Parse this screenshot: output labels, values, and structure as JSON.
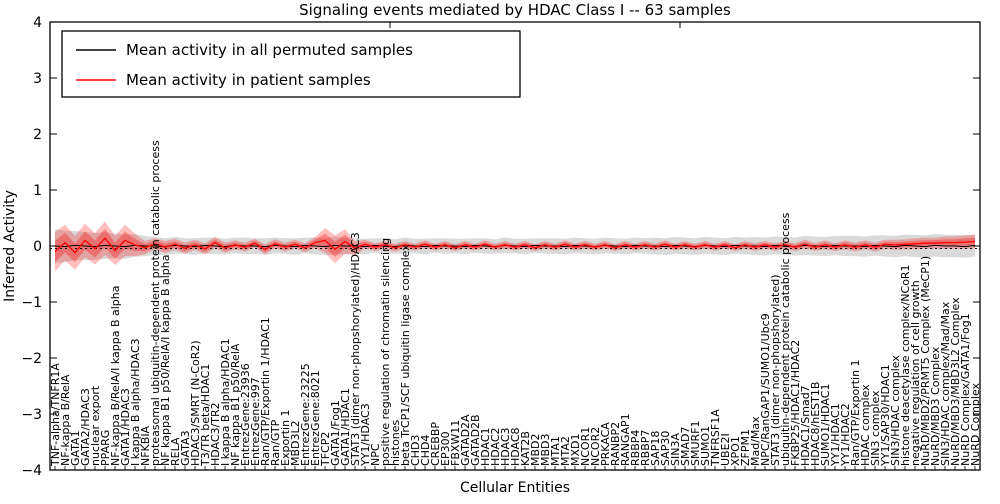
{
  "chart_data": {
    "type": "line",
    "title": "Signaling events mediated by HDAC Class I -- 63 samples",
    "xlabel": "Cellular Entities",
    "ylabel": "Inferred Activity",
    "ylim": [
      -4,
      4
    ],
    "yticks": [
      4,
      3,
      2,
      1,
      0,
      -1,
      -2,
      -3,
      -4
    ],
    "grid": false,
    "legend": {
      "position": "upper left",
      "entries": [
        {
          "label": "Mean activity in all permuted samples",
          "color": "#000000"
        },
        {
          "label": "Mean activity in patient samples",
          "color": "#ff0000"
        }
      ]
    },
    "categories": [
      "TNF-alpha/TNFR1A",
      "NF-kappa B/RelA",
      "GATA1",
      "GATA2/HDAC3",
      "nuclear export",
      "PPARG",
      "NF-kappa B/RelA/I kappa B alpha",
      "GATA1/HDAC3",
      "I kappa B alpha/HDAC3",
      "NFKBIA",
      "proteasomal ubiquitin-dependent protein catabolic process",
      "NF kappa B1 p50/RelA/I kappa B alpha",
      "RELA",
      "GATA3",
      "HDAC3/SMRT (N-CoR2)",
      "T3/TR beta/HDAC1",
      "HDAC3/TR2",
      "I kappa B alpha/HDAC1",
      "NF kappa B1 p50/RelA",
      "EntrezGene:23936",
      "EntrezGene:997",
      "Ran/GTP/Exportin 1/HDAC1",
      "Ran/GTP",
      "Exportin 1",
      "MBD3L2",
      "EntrezGene:23225",
      "EntrezGene:8021",
      "TFCP2",
      "GATA1/Fog1",
      "GATA1/HDAC1",
      "STAT3 (dimer non-phopshorylated)/HDAC3",
      "YY1/HDAC3",
      "NPC",
      "positive regulation of chromatin silencing",
      "histones",
      "beta TrCP1/SCF ubiquitin ligase complex",
      "CHD3",
      "CHD4",
      "CREBBP",
      "EP300",
      "FBXW11",
      "GATAD2A",
      "GATAD2B",
      "HDAC1",
      "HDAC2",
      "HDAC3",
      "HDAC8",
      "KAT2B",
      "MBD2",
      "MBD3",
      "MTA1",
      "MTA2",
      "MXD1",
      "NCOR1",
      "NCOR2",
      "PRKACA",
      "RANBP2",
      "RANGAP1",
      "RBBP4",
      "RBBP7",
      "SAP18",
      "SAP30",
      "SIN3A",
      "SMAD7",
      "SMURF1",
      "SUMO1",
      "TNFRSF1A",
      "UBE2I",
      "XPO1",
      "ZFPM1",
      "Mad/Max",
      "NPC/RanGAP1/SUMO1/Ubc9",
      "STAT3 (dimer non-phopshorylated)",
      "ubiquitin-dependent protein catabolic process",
      "FKBP25/HDAC1/HDAC2",
      "HDAC1/Smad7",
      "HDAC8/hEST1B",
      "SUMO1/HDAC1",
      "YY1/HDAC1",
      "YY1/HDAC2",
      "Ran/GTP/Exportin 1",
      "HDAC complex",
      "SIN3 complex",
      "YY1/SAP30/HDAC1",
      "SIN3/HDAC complex",
      "histone deacetylase complex/NCoR1",
      "negative regulation of cell growth",
      "NuRD/MBD2/PRMT5 Complex (MeCP1)",
      "NuRD/MBD3 Complex",
      "SIN3/HDAC complex/Mad/Max",
      "NuRD/MBD3/MBD3L2 Complex",
      "NuRD Complex/GATA1/Fog1",
      "NuRD Complex"
    ],
    "series": [
      {
        "name": "Mean activity in all permuted samples",
        "color": "#000000",
        "band_color": "#bbbbbb",
        "values": [
          0,
          -0.01,
          0.01,
          0,
          -0.01,
          0.01,
          0,
          -0.01,
          0.01,
          0,
          0,
          -0.01,
          0.01,
          0,
          -0.01,
          0.01,
          0,
          -0.01,
          0.01,
          0,
          0,
          -0.01,
          0.01,
          0,
          -0.01,
          0.01,
          0,
          -0.01,
          0.01,
          0,
          0,
          -0.01,
          0.01,
          0,
          -0.01,
          0.01,
          0,
          -0.01,
          0.01,
          0,
          0,
          -0.01,
          0.01,
          0,
          -0.01,
          0.01,
          0,
          -0.01,
          0.01,
          0,
          0,
          -0.01,
          0.01,
          0,
          -0.01,
          0.01,
          0,
          -0.01,
          0.01,
          0,
          0,
          -0.01,
          0.01,
          0,
          -0.01,
          0.01,
          0,
          -0.01,
          0.01,
          0,
          0,
          -0.01,
          0.01,
          0,
          -0.01,
          0.01,
          0,
          -0.01,
          0.01,
          0,
          0,
          -0.01,
          0.01,
          0,
          -0.01,
          0.01,
          0,
          -0.01,
          0.01,
          0,
          0,
          -0.01,
          0.01
        ],
        "band_halfwidth": [
          0.3,
          0.28,
          0.26,
          0.25,
          0.24,
          0.24,
          0.22,
          0.22,
          0.2,
          0.18,
          0.16,
          0.15,
          0.15,
          0.14,
          0.15,
          0.14,
          0.15,
          0.14,
          0.14,
          0.15,
          0.14,
          0.15,
          0.14,
          0.14,
          0.15,
          0.14,
          0.15,
          0.15,
          0.16,
          0.15,
          0.14,
          0.14,
          0.13,
          0.14,
          0.13,
          0.14,
          0.13,
          0.14,
          0.13,
          0.14,
          0.13,
          0.14,
          0.13,
          0.14,
          0.13,
          0.14,
          0.13,
          0.14,
          0.13,
          0.14,
          0.14,
          0.14,
          0.14,
          0.14,
          0.14,
          0.14,
          0.14,
          0.14,
          0.14,
          0.14,
          0.15,
          0.15,
          0.15,
          0.15,
          0.15,
          0.15,
          0.15,
          0.15,
          0.15,
          0.15,
          0.16,
          0.16,
          0.16,
          0.16,
          0.16,
          0.17,
          0.17,
          0.17,
          0.17,
          0.18,
          0.18,
          0.18,
          0.18,
          0.19,
          0.19,
          0.19,
          0.2,
          0.2,
          0.2,
          0.2,
          0.2,
          0.2,
          0.2
        ]
      },
      {
        "name": "Mean activity in patient samples",
        "color": "#ff0000",
        "band_color": "#ff0000",
        "values": [
          -0.1,
          0.06,
          -0.12,
          0.1,
          -0.05,
          0.14,
          -0.08,
          0.1,
          0.02,
          -0.03,
          0.04,
          -0.02,
          0.03,
          -0.04,
          0.02,
          -0.05,
          0.06,
          -0.03,
          0.02,
          -0.02,
          0.05,
          -0.06,
          0.04,
          -0.02,
          0.03,
          -0.03,
          0.06,
          0.1,
          -0.06,
          0.08,
          -0.04,
          0.03,
          -0.02,
          0.02,
          -0.03,
          0.02,
          -0.02,
          0.03,
          -0.02,
          0.02,
          -0.03,
          0.02,
          -0.02,
          0.03,
          -0.02,
          0.02,
          -0.02,
          0.02,
          -0.03,
          0.02,
          -0.02,
          0.03,
          -0.02,
          0.02,
          -0.02,
          0.02,
          -0.03,
          0.02,
          -0.02,
          0.02,
          -0.02,
          0.03,
          -0.02,
          0.02,
          -0.02,
          0.02,
          -0.02,
          0.02,
          -0.03,
          0.02,
          -0.02,
          0.02,
          -0.02,
          0.02,
          -0.02,
          0.03,
          -0.02,
          0.02,
          -0.02,
          0.02,
          -0.02,
          0.02,
          -0.02,
          0.03,
          0.02,
          0.03,
          0.04,
          0.05,
          0.05,
          0.06,
          0.06,
          0.07,
          0.08
        ],
        "band_halfwidth": [
          0.35,
          0.32,
          0.3,
          0.3,
          0.28,
          0.3,
          0.26,
          0.28,
          0.2,
          0.12,
          0.1,
          0.11,
          0.1,
          0.1,
          0.09,
          0.1,
          0.1,
          0.09,
          0.08,
          0.08,
          0.08,
          0.09,
          0.08,
          0.08,
          0.08,
          0.08,
          0.1,
          0.22,
          0.25,
          0.22,
          0.12,
          0.08,
          0.07,
          0.07,
          0.07,
          0.07,
          0.06,
          0.07,
          0.06,
          0.07,
          0.06,
          0.07,
          0.06,
          0.07,
          0.06,
          0.07,
          0.06,
          0.07,
          0.06,
          0.07,
          0.06,
          0.07,
          0.06,
          0.07,
          0.06,
          0.07,
          0.06,
          0.07,
          0.06,
          0.07,
          0.06,
          0.07,
          0.06,
          0.07,
          0.06,
          0.07,
          0.06,
          0.07,
          0.06,
          0.07,
          0.07,
          0.07,
          0.07,
          0.07,
          0.07,
          0.08,
          0.07,
          0.08,
          0.07,
          0.08,
          0.08,
          0.08,
          0.08,
          0.08,
          0.09,
          0.09,
          0.1,
          0.1,
          0.1,
          0.11,
          0.11,
          0.12,
          0.12
        ]
      }
    ]
  },
  "colors": {
    "frame": "#000000",
    "background": "#ffffff",
    "permuted_line": "#000000",
    "permuted_band": "#bbbbbb",
    "patient_line": "#ff0000",
    "patient_band": "#ff0000"
  }
}
